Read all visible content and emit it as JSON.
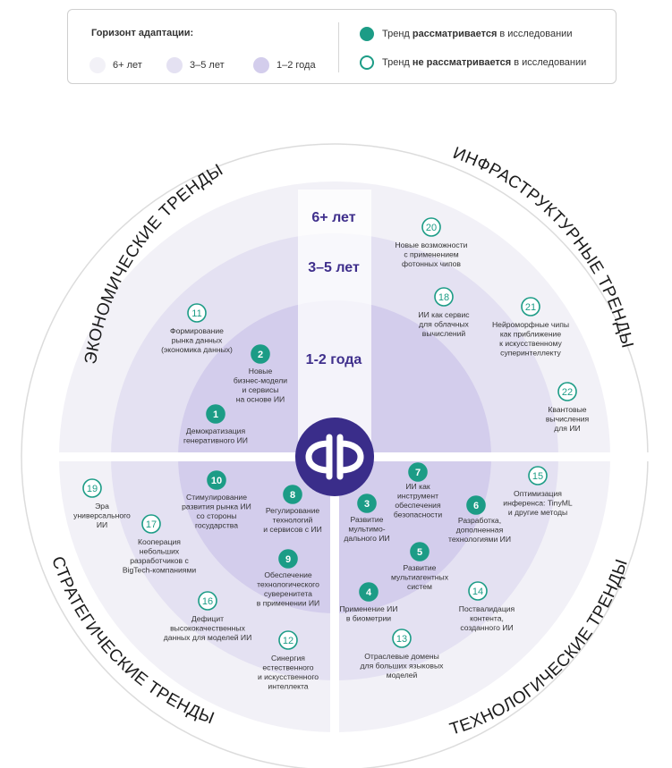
{
  "legend": {
    "title": "Горизонт адаптации:",
    "horizons": [
      {
        "label": "6+ лет",
        "color": "#f2f1f7"
      },
      {
        "label": "3–5 лет",
        "color": "#e4e1f2"
      },
      {
        "label": "1–2 года",
        "color": "#d3cdec"
      }
    ],
    "considered": {
      "pre": "Тренд",
      "bold": "рассматривается",
      "post": "в исследовании"
    },
    "not_considered": {
      "pre": "Тренд",
      "bold": "не рассматривается",
      "post": "в исследовании"
    }
  },
  "colors": {
    "teal": "#1c9c86",
    "brand": "#3a2d8a",
    "ring_outer": "#f2f1f7",
    "ring_middle": "#e4e1f2",
    "ring_inner": "#d3cdec",
    "outer_ring": "#ffffff",
    "line": "#d9d6e8"
  },
  "ring_labels": [
    "6+ лет",
    "3–5 лет",
    "1-2 года"
  ],
  "sectors": {
    "economic": "ЭКОНОМИЧЕСКИЕ ТРЕНДЫ",
    "infrastructure": "ИНФРАСТРУКТУРНЫЕ ТРЕНДЫ",
    "strategic": "СТРАТЕГИЧЕСКИЕ ТРЕНДЫ",
    "technological": "ТЕХНОЛОГИЧЕСКИЕ ТРЕНДЫ"
  },
  "logo_icon": "fin-logo-icon",
  "trends": [
    {
      "num": "1",
      "filled": true,
      "lines": [
        "Демократизация",
        "генеративного ИИ"
      ]
    },
    {
      "num": "2",
      "filled": true,
      "lines": [
        "Новые",
        "бизнес-модели",
        "и сервисы",
        "на основе ИИ"
      ]
    },
    {
      "num": "3",
      "filled": true,
      "lines": [
        "Развитие",
        "мультимо-",
        "дального ИИ"
      ]
    },
    {
      "num": "4",
      "filled": true,
      "lines": [
        "Применение ИИ",
        "в биометрии"
      ]
    },
    {
      "num": "5",
      "filled": true,
      "lines": [
        "Развитие",
        "мультиагентных",
        "систем"
      ]
    },
    {
      "num": "6",
      "filled": true,
      "lines": [
        "Разработка,",
        "дополненная",
        "технологиями ИИ"
      ]
    },
    {
      "num": "7",
      "filled": true,
      "lines": [
        "ИИ как",
        "инструмент",
        "обеспечения",
        "безопасности"
      ]
    },
    {
      "num": "8",
      "filled": true,
      "lines": [
        "Регулирование",
        "технологий",
        "и сервисов с ИИ"
      ]
    },
    {
      "num": "9",
      "filled": true,
      "lines": [
        "Обеспечение",
        "технологического",
        "суверенитета",
        "в применении ИИ"
      ]
    },
    {
      "num": "10",
      "filled": true,
      "lines": [
        "Стимулирование",
        "развития рынка ИИ",
        "со стороны",
        "государства"
      ]
    },
    {
      "num": "11",
      "filled": false,
      "lines": [
        "Формирование",
        "рынка данных",
        "(экономика данных)"
      ]
    },
    {
      "num": "12",
      "filled": false,
      "lines": [
        "Синергия",
        "естественного",
        "и искусственного",
        "интеллекта"
      ]
    },
    {
      "num": "13",
      "filled": false,
      "lines": [
        "Отраслевые домены",
        "для больших языковых",
        "моделей"
      ]
    },
    {
      "num": "14",
      "filled": false,
      "lines": [
        "Поствалидация",
        "контента,",
        "созданного ИИ"
      ]
    },
    {
      "num": "15",
      "filled": false,
      "lines": [
        "Оптимизация",
        "инференса: TinyML",
        "и другие методы"
      ]
    },
    {
      "num": "16",
      "filled": false,
      "lines": [
        "Дефицит",
        "высококачественных",
        "данных для моделей ИИ"
      ]
    },
    {
      "num": "17",
      "filled": false,
      "lines": [
        "Кооперация",
        "небольших",
        "разработчиков с",
        "BigTech-компаниями"
      ]
    },
    {
      "num": "18",
      "filled": false,
      "lines": [
        "ИИ как сервис",
        "для облачных",
        "вычислений"
      ]
    },
    {
      "num": "19",
      "filled": false,
      "lines": [
        "Эра",
        "универсального",
        "ИИ"
      ]
    },
    {
      "num": "20",
      "filled": false,
      "lines": [
        "Новые возможности",
        "с применением",
        "фотонных чипов"
      ]
    },
    {
      "num": "21",
      "filled": false,
      "lines": [
        "Нейроморфные чипы",
        "как приближение",
        "к искусственному",
        "суперинтеллекту"
      ]
    },
    {
      "num": "22",
      "filled": false,
      "lines": [
        "Квантовые",
        "вычисления",
        "для ИИ"
      ]
    }
  ]
}
